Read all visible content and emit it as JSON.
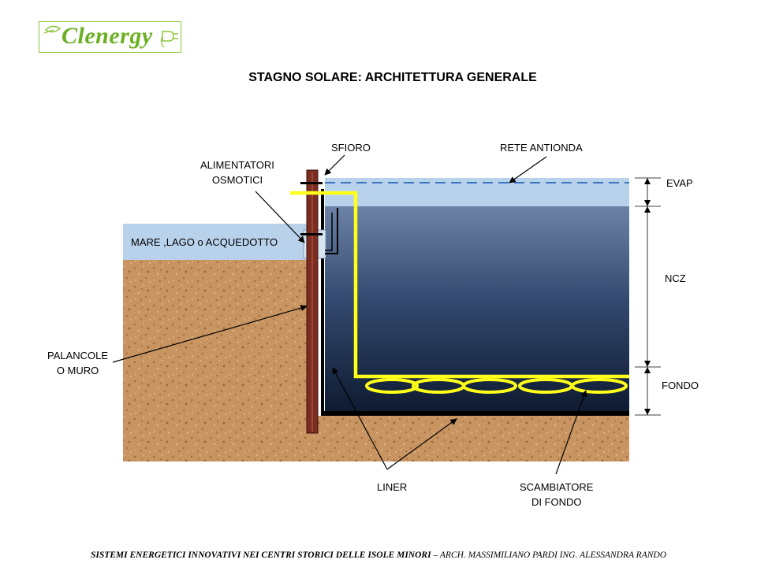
{
  "logo": {
    "text": "Clenergy"
  },
  "title": "STAGNO  SOLARE:  ARCHITETTURA GENERALE",
  "labels": {
    "sfioro": "SFIORO",
    "rete_antionda": "RETE  ANTIONDA",
    "alimentatori_1": "ALIMENTATORI",
    "alimentatori_2": "OSMOTICI",
    "mare": "MARE ,LAGO o ACQUEDOTTO",
    "evap": "EVAP",
    "ncz": "NCZ",
    "fondo": "FONDO",
    "palancole_1": "PALANCOLE",
    "palancole_2": "O MURO",
    "liner": "LINER",
    "scambiatore_1": "SCAMBIATORE",
    "scambiatore_2": "DI  FONDO"
  },
  "footer": {
    "bold": "SISTEMI ENERGETICI INNOVATIVI NEI CENTRI STORICI DELLE ISOLE MINORI",
    "rest": " –  ARCH. MASSIMILIANO PARDI  ING. ALESSANDRA RANDO"
  },
  "colors": {
    "soil": "#c89461",
    "water_light": "#b8d2ec",
    "pond_top": "#6c82a6",
    "pond_bottom": "#0e1a30",
    "heat_exchanger": "#ffff1a",
    "sheet_pile": "#7a2d20",
    "logo_green": "#6ab023"
  }
}
